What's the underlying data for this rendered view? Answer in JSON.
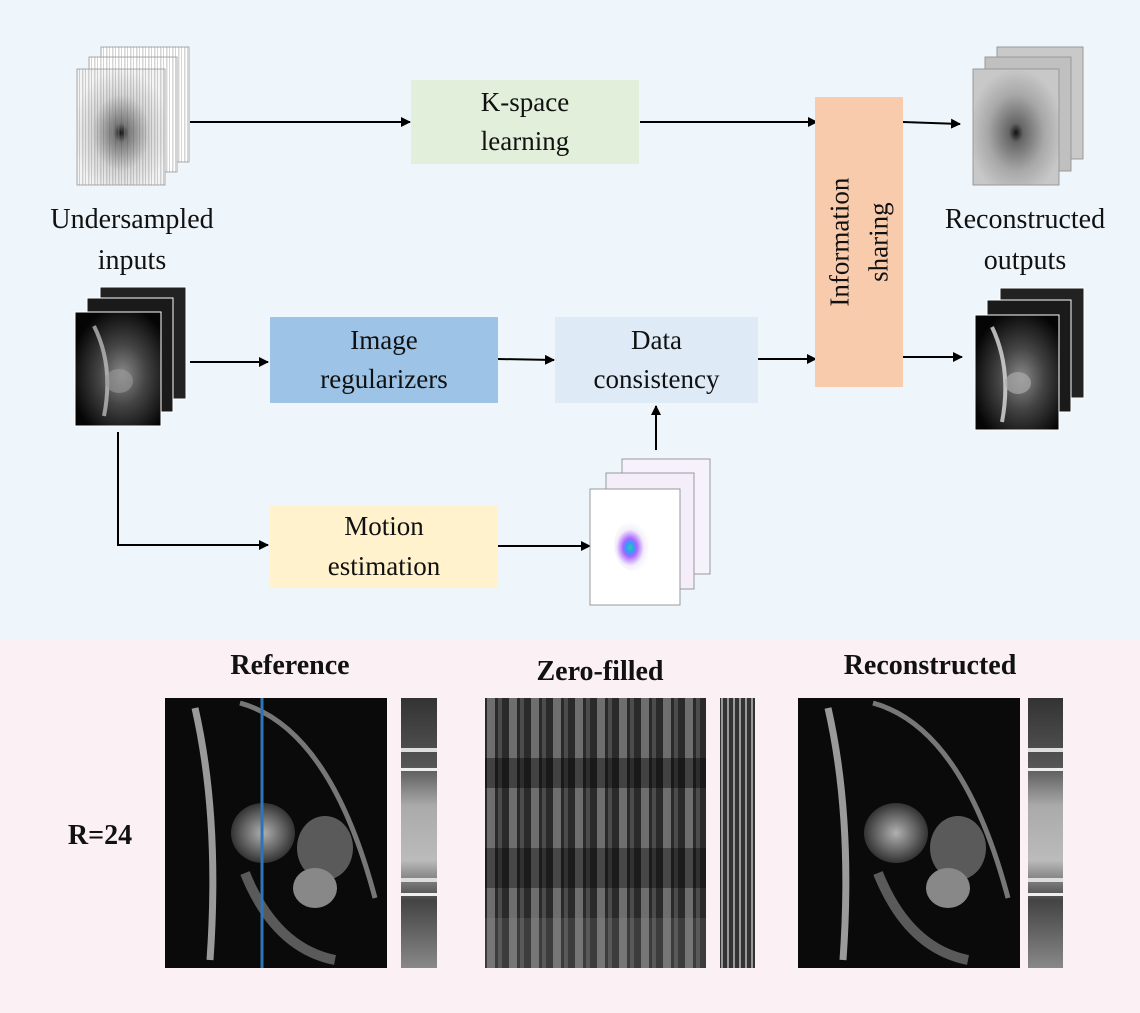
{
  "diagram": {
    "undersampled_inputs": "Undersampled\ninputs",
    "reconstructed_outputs": "Reconstructed\noutputs",
    "kspace_learning": "K-space\nlearning",
    "image_regularizers": "Image\nregularizers",
    "data_consistency": "Data\nconsistency",
    "motion_estimation": "Motion\nestimation",
    "information_sharing": "Information\nsharing"
  },
  "results": {
    "rate_label": "R=24",
    "columns": [
      "Reference",
      "Zero-filled",
      "Reconstructed"
    ]
  },
  "colors": {
    "top_background": "#eef6fb",
    "bottom_background": "#fbf0f3",
    "kspace_box": "#e2efda",
    "regularizer_box": "#9dc3e6",
    "consistency_box": "#deebf7",
    "motion_box": "#fff2cc",
    "sharing_box": "#f8cbad",
    "line_marker": "#2e75b6"
  }
}
